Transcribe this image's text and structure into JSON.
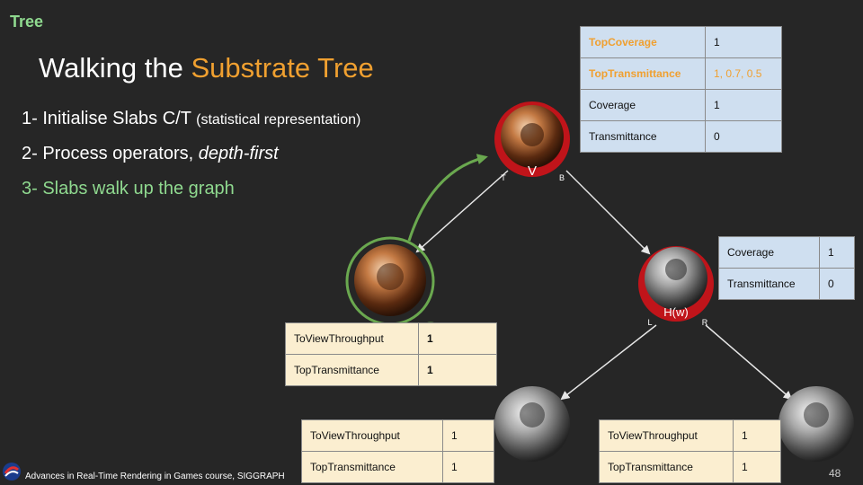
{
  "section_tag": "Tree",
  "title": {
    "prefix": "Walking the ",
    "highlight": "Substrate Tree"
  },
  "steps": [
    {
      "main": "1- Initialise Slabs C/T ",
      "small": "(statistical representation)"
    },
    {
      "main": "2- Process operators, ",
      "em": "depth-first"
    },
    {
      "main": "3- Slabs walk up the graph"
    }
  ],
  "nodes": {
    "top": {
      "label": "V",
      "port_left": "T",
      "port_right": "B"
    },
    "mid": {
      "label": "H(w)",
      "port_left": "L",
      "port_right": "R"
    }
  },
  "table_top": [
    {
      "key": "TopCoverage",
      "value": "1"
    },
    {
      "key": "TopTransmittance",
      "value": "1, 0.7, 0.5"
    },
    {
      "key": "Coverage",
      "value": "1"
    },
    {
      "key": "Transmittance",
      "value": "0"
    }
  ],
  "table_mid": [
    {
      "key": "Coverage",
      "value": "1"
    },
    {
      "key": "Transmittance",
      "value": "0"
    }
  ],
  "table_left": [
    {
      "key": "ToViewThroughput",
      "value": "1"
    },
    {
      "key": "TopTransmittance",
      "value": "1"
    }
  ],
  "table_bl": [
    {
      "key": "ToViewThroughput",
      "value": "1"
    },
    {
      "key": "TopTransmittance",
      "value": "1"
    }
  ],
  "table_br": [
    {
      "key": "ToViewThroughput",
      "value": "1"
    },
    {
      "key": "TopTransmittance",
      "value": "1"
    }
  ],
  "footer": "Advances in Real-Time Rendering in Games course, SIGGRAPH",
  "page_number": "48",
  "colors": {
    "accent_orange": "#f0a030",
    "accent_green": "#8fd98f",
    "node_red": "#c0141a",
    "walk_arrow": "#6aa84f"
  }
}
